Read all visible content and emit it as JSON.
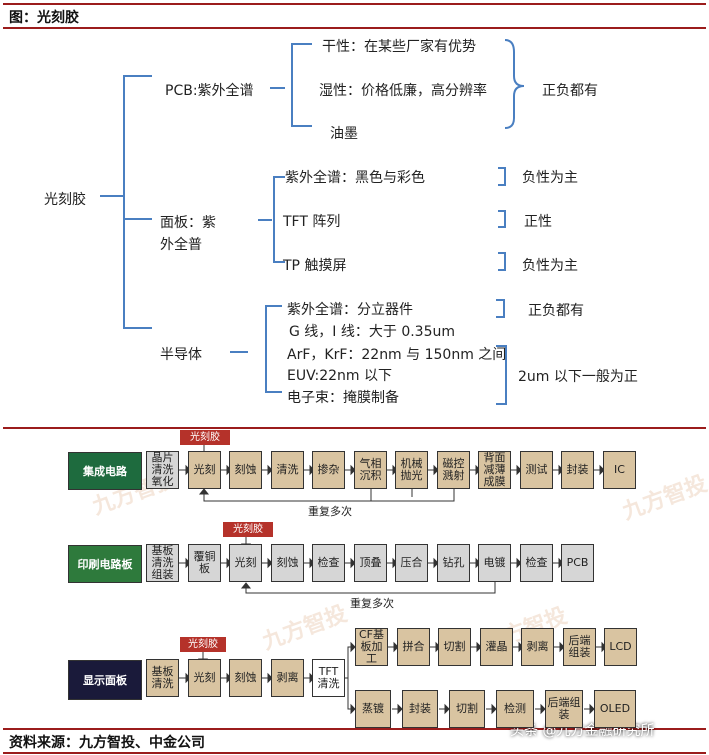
{
  "header": {
    "title": "图：光刻胶"
  },
  "footer": {
    "source": "资料来源：九方智投、中金公司",
    "credit": "头条 @九方金融研究所"
  },
  "tree": {
    "root": "光刻胶",
    "pcb": {
      "label": "PCB:紫外全谱",
      "items": [
        "干性：在某些厂家有优势",
        "湿性：价格低廉，高分辨率",
        "油墨"
      ],
      "note": "正负都有"
    },
    "panel": {
      "label1": "面板：紫",
      "label2": "外全普",
      "items": [
        {
          "text": "紫外全谱：黑色与彩色",
          "note": "负性为主"
        },
        {
          "text": "TFT 阵列",
          "note": "正性"
        },
        {
          "text": "TP 触摸屏",
          "note": "负性为主"
        }
      ]
    },
    "semi": {
      "label": "半导体",
      "items": [
        "紫外全谱：分立器件",
        "G 线，I 线：大于 0.35um",
        "ArF，KrF：22nm 与 150nm 之间",
        "EUV:22nm 以下",
        "电子束：掩膜制备"
      ],
      "note1": "正负都有",
      "note2": "2um 以下一般为正"
    }
  },
  "flows": {
    "ic": {
      "thumb": "集成电路",
      "tag": "光刻胶",
      "steps": [
        "晶片清洗氧化",
        "光刻",
        "刻蚀",
        "清洗",
        "掺杂",
        "气相沉积",
        "机械抛光",
        "磁控溅射",
        "背面减薄成膜",
        "测试",
        "封装",
        "IC"
      ],
      "repeat": "重复多次"
    },
    "pcb": {
      "thumb": "印刷电路板",
      "tag": "光刻胶",
      "steps": [
        "基板清洗组装",
        "覆铜板",
        "光刻",
        "刻蚀",
        "检查",
        "顶叠",
        "压合",
        "钻孔",
        "电镀",
        "检查",
        "PCB"
      ],
      "repeat": "重复多次"
    },
    "display": {
      "thumb": "显示面板",
      "tag": "光刻胶",
      "steps": [
        "基板清洗",
        "光刻",
        "刻蚀",
        "剥离",
        "TFT清洗"
      ],
      "upper": [
        "CF基板加工",
        "拼合",
        "切割",
        "灌晶",
        "剥离",
        "后端组装",
        "LCD"
      ],
      "lower": [
        "蒸镀",
        "封装",
        "切割",
        "检测",
        "后端组装",
        "OLED"
      ]
    }
  },
  "watermarks": [
    "九方智投",
    "九方智投",
    "九方智投",
    "九方智投"
  ]
}
